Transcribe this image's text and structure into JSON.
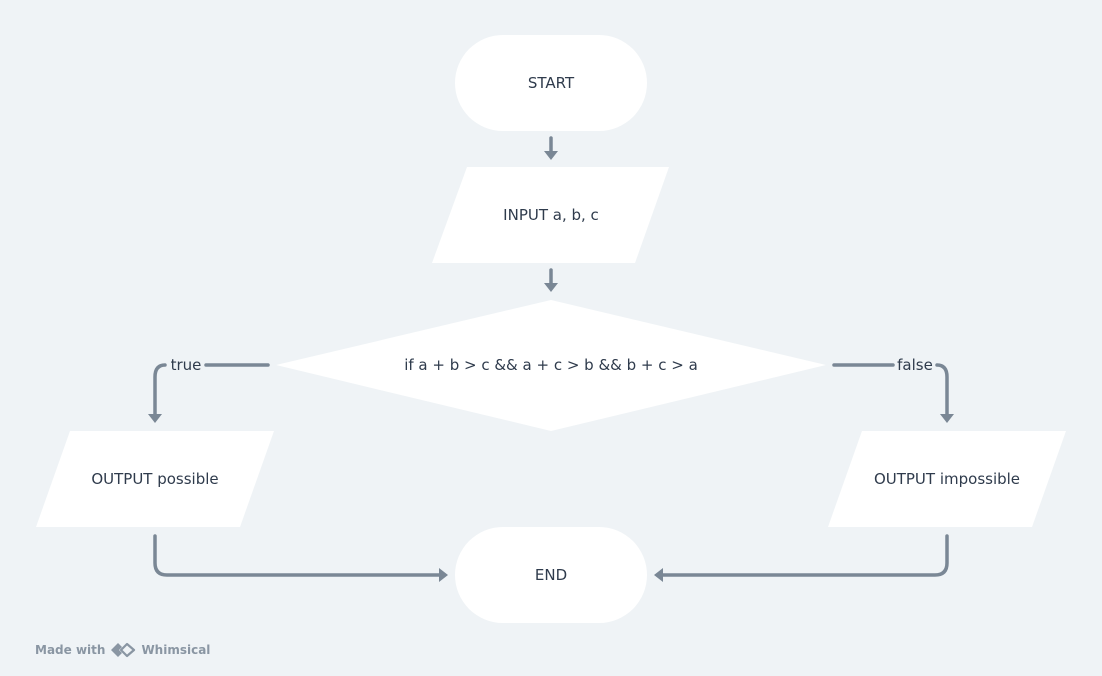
{
  "flowchart": {
    "nodes": {
      "start": "START",
      "input": "INPUT a, b, c",
      "decision": "if a + b > c && a + c > b && b + c > a",
      "output_true": "OUTPUT possible",
      "output_false": "OUTPUT impossible",
      "end": "END"
    },
    "edges": {
      "true_label": "true",
      "false_label": "false"
    }
  },
  "footer": {
    "made_with": "Made with",
    "brand": "Whimsical",
    "logo_icon": "whimsical-logo-icon"
  },
  "colors": {
    "background": "#eff3f6",
    "shape_fill": "#ffffff",
    "connector": "#7a8795",
    "text": "#2f3b4c",
    "footer_text": "#8a96a3"
  }
}
